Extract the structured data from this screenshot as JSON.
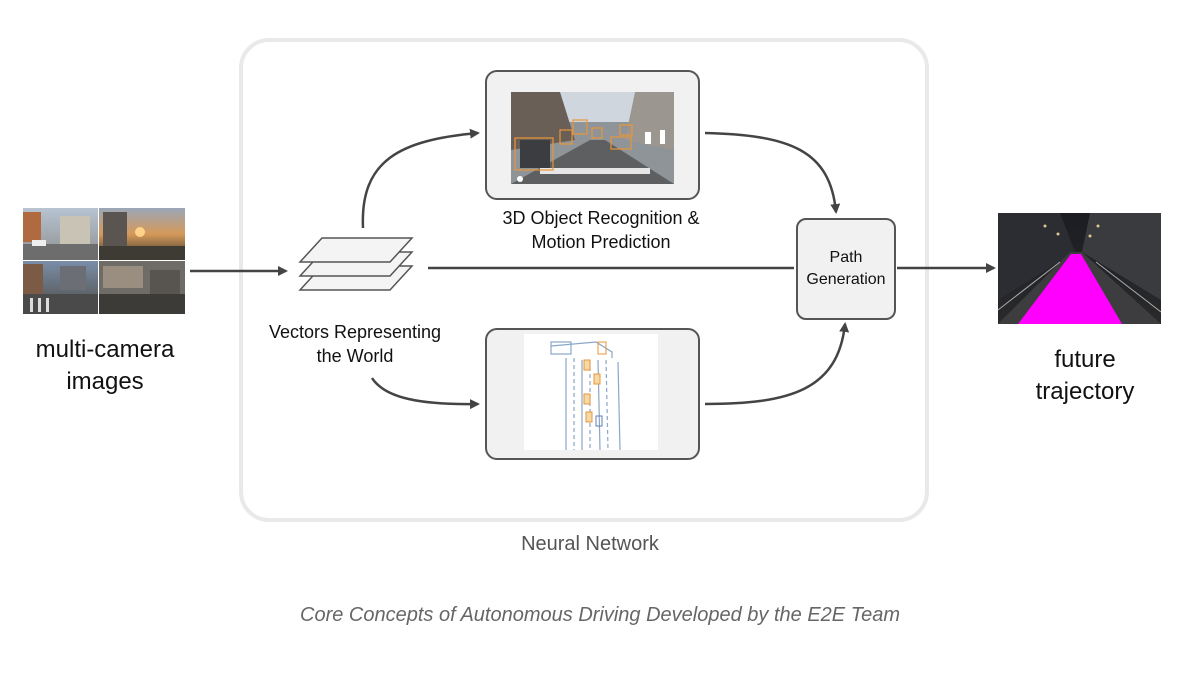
{
  "inputs": {
    "label_line1": "multi-camera",
    "label_line2": "images"
  },
  "vectors": {
    "label_line1": "Vectors Representing",
    "label_line2": "the World"
  },
  "recognition": {
    "label_line1": "3D Object Recognition &",
    "label_line2": "Motion Prediction"
  },
  "path_generation": {
    "label_line1": "Path",
    "label_line2": "Generation"
  },
  "output": {
    "label_line1": "future",
    "label_line2": "trajectory"
  },
  "neural_network": {
    "label": "Neural Network"
  },
  "caption": "Core Concepts of Autonomous Driving Developed by the E2E Team",
  "colors": {
    "trajectory": "#ff00ff",
    "box_outline": "#e8963a",
    "arrow": "#444444"
  }
}
